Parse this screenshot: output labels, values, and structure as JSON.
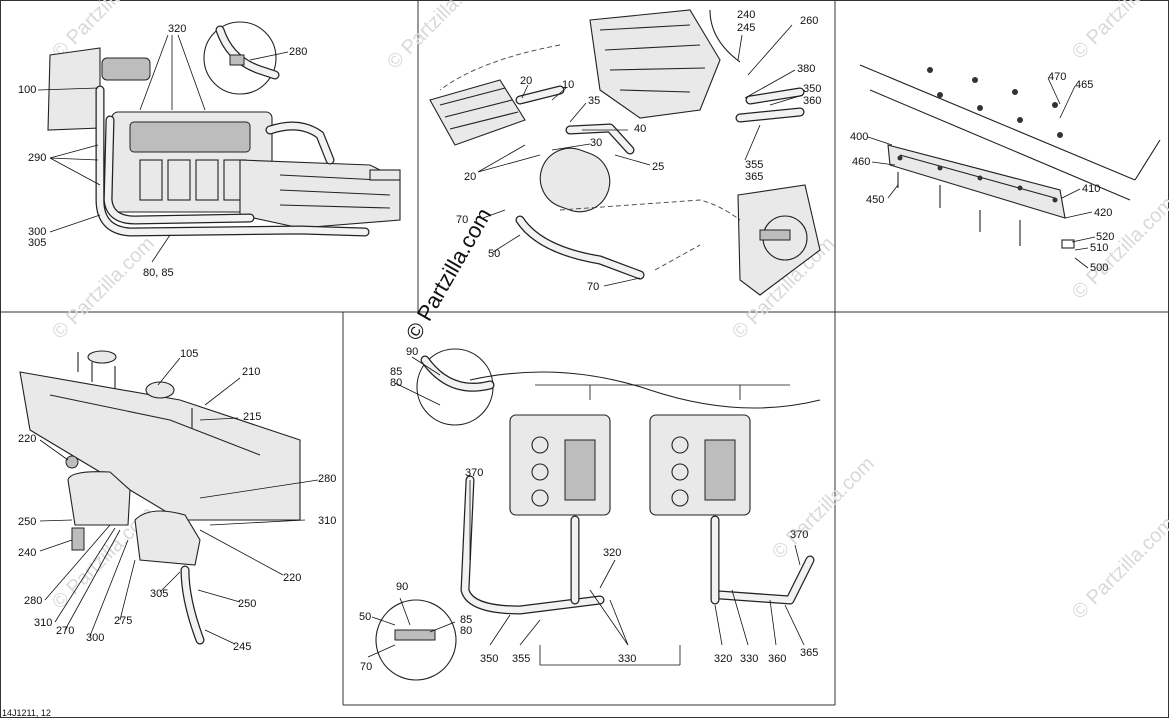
{
  "figure": {
    "reference_code": "14J1211, 12",
    "watermark": "© Partzilla.com",
    "panels": [
      {
        "id": "top-left",
        "callouts": [
          "320",
          "280",
          "100",
          "290",
          "300",
          "305",
          "80, 85"
        ]
      },
      {
        "id": "top-center",
        "callouts": [
          "240",
          "245",
          "260",
          "380",
          "350",
          "360",
          "20",
          "10",
          "35",
          "40",
          "30",
          "25",
          "20",
          "355",
          "365",
          "70",
          "50",
          "70"
        ]
      },
      {
        "id": "top-right",
        "callouts": [
          "470",
          "465",
          "400",
          "460",
          "450",
          "410",
          "420",
          "520",
          "510",
          "500"
        ]
      },
      {
        "id": "bottom-left",
        "callouts": [
          "105",
          "210",
          "215",
          "220",
          "280",
          "310",
          "250",
          "240",
          "220",
          "280",
          "310",
          "270",
          "300",
          "275",
          "305",
          "250",
          "245"
        ]
      },
      {
        "id": "bottom-center",
        "callouts": [
          "90",
          "85",
          "80",
          "370",
          "320",
          "50",
          "90",
          "85",
          "80",
          "70",
          "350",
          "355",
          "330",
          "320",
          "330",
          "360",
          "365",
          "370"
        ]
      }
    ]
  }
}
